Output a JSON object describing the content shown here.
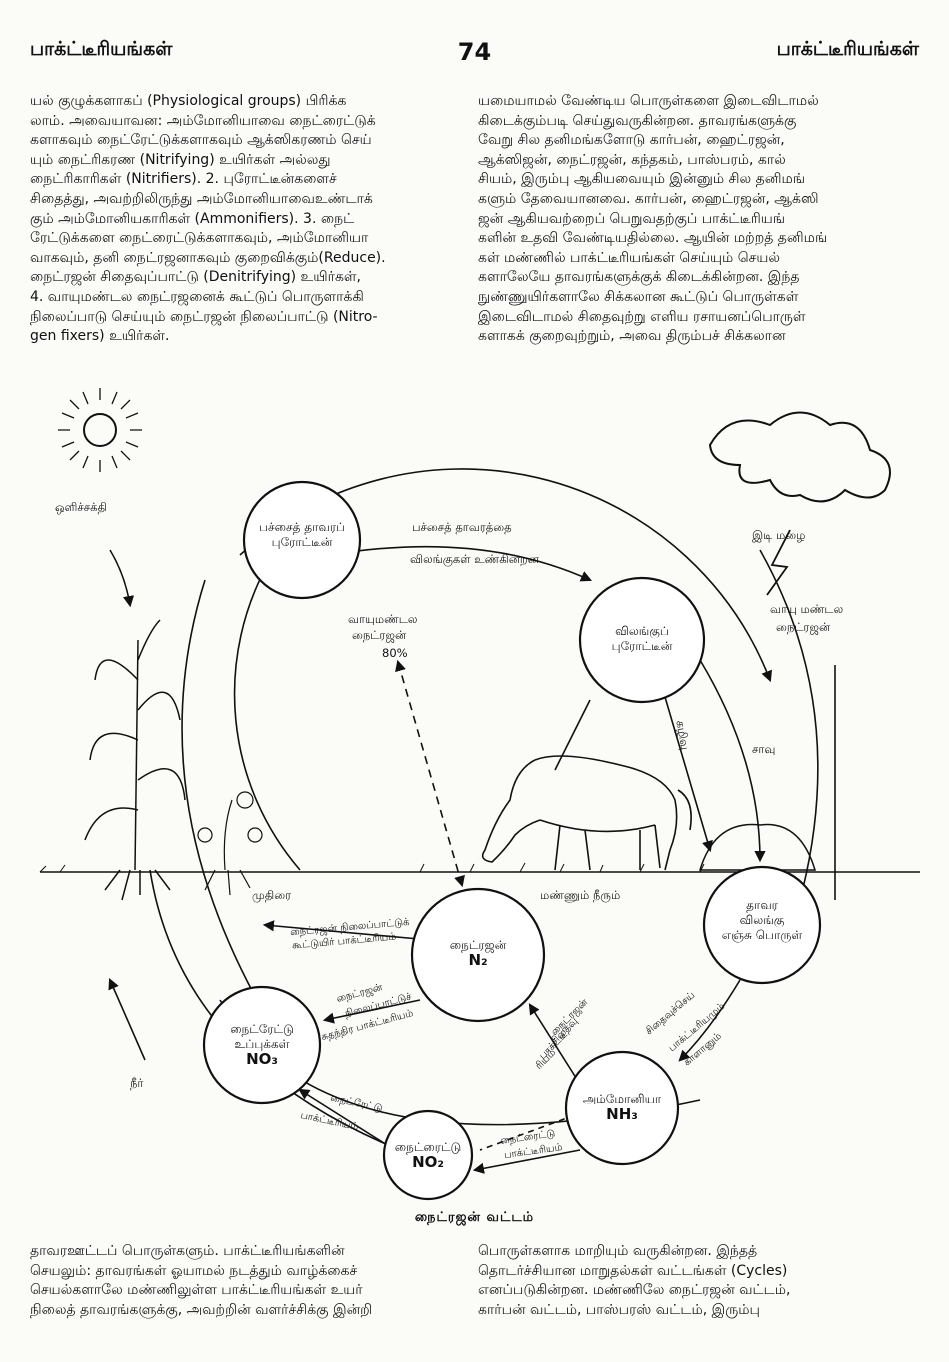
{
  "header": {
    "left_title": "பாக்ட்டீரியங்கள்",
    "page_number": "74",
    "right_title": "பாக்ட்டீரியங்கள்"
  },
  "top_left_lines": [
    "யல் குழுக்களாகப் (Physiological groups) பிரிக்க",
    "லாம். அவையாவன: அம்மோனியாவை நைட்ரைட்டுக்",
    "களாகவும் நைட்ரேட்டுக்களாகவும் ஆக்ஸிகரணம் செய்",
    "யும் நைட்ரிகரண (Nitrifying) உயிர்கள் அல்லது",
    "நைட்ரிகாரிகள் (Nitrifiers). 2. புரோட்டீன்களைச்",
    "சிதைத்து, அவற்றிலிருந்து அம்மோனியாவைஉண்டாக்",
    "கும் அம்மோனியகாரிகள் (Ammonifiers). 3. நைட்",
    "ரேட்டுக்களை நைட்ரைட்டுக்களாகவும், அம்மோனியா",
    "வாகவும், தனி நைட்ரஜனாகவும் குறைவிக்கும்(Reduce).",
    "நைட்ரஜன் சிதைவுப்பாட்டு (Denitrifying) உயிர்கள்,",
    "4. வாயுமண்டல நைட்ரஜனைக் கூட்டுப் பொருளாக்கி",
    "நிலைப்பாடு செய்யும் நைட்ரஜன் நிலைப்பாட்டு (Nitro-",
    "gen fixers) உயிர்கள்."
  ],
  "top_right_lines": [
    "யமையாமல் வேண்டிய பொருள்களை இடைவிடாமல்",
    "கிடைக்கும்படி செய்துவருகின்றன. தாவரங்களுக்கு",
    "வேறு சில தனிமங்களோடு கார்பன், ஹைட்ரஜன்,",
    "ஆக்ஸிஜன், நைட்ரஜன், கந்தகம், பாஸ்பரம், கால்",
    "சியம், இரும்பு ஆகியவையும் இன்னும் சில தனிமங்",
    "களும் தேவையானவை. கார்பன், ஹைட்ரஜன், ஆக்ஸி",
    "ஜன் ஆகியவற்றைப் பெறுவதற்குப் பாக்ட்டீரியங்",
    "களின் உதவி வேண்டியதில்லை. ஆயின் மற்றத் தனிமங்",
    "கள் மண்ணில் பாக்ட்டீரியங்கள் செய்யும் செயல்",
    "களாலேயே தாவரங்களுக்குக் கிடைக்கின்றன. இந்த",
    "நுண்ணுயிர்களாலே சிக்கலான கூட்டுப் பொருள்கள்",
    "இடைவிடாமல் சிதைவுற்று எளிய ரசாயனப்பொருள்",
    "களாகக் குறைவுற்றும், அவை திரும்பச் சிக்கலான"
  ],
  "bottom_left_lines": [
    "தாவரஊட்டப் பொருள்களும். பாக்ட்டீரியங்களின்",
    "செயலும்: தாவரங்கள் ஓயாமல் நடத்தும் வாழ்க்கைச்",
    "செயல்களாலே மண்ணிலுள்ள பாக்ட்டீரியங்கள் உயர்",
    "நிலைத் தாவரங்களுக்கு, அவற்றின் வளர்ச்சிக்கு இன்றி"
  ],
  "bottom_right_lines": [
    "பொருள்களாக மாறியும் வருகின்றன. இந்தத்",
    "தொடர்ச்சியான மாறுதல்கள் வட்டங்கள் (Cycles)",
    "எனப்படுகின்றன. மண்ணிலே நைட்ரஜன் வட்டம்,",
    "கார்பன் வட்டம், பாஸ்பரஸ் வட்டம், இரும்பு"
  ],
  "figure": {
    "caption": "நைட்ரஜன் வட்டம்",
    "sunlight": "ஒளிச்சக்தி",
    "thunder_rain": "இடி மழை",
    "atm_nitrogen_right_1": "வாயு மண்டல",
    "atm_nitrogen_right_2": "நைட்ரஜன்",
    "atm_nitrogen_center_1": "வாயுமண்டல",
    "atm_nitrogen_center_2": "நைட்ரஜன்",
    "atm_percent": "80%",
    "green_plant_protein_1": "பச்சைத் தாவரப்",
    "green_plant_protein_2": "புரோட்டீன்",
    "animals_eat_1": "பச்சைத் தாவரத்தை",
    "animals_eat_2": "விலங்குகள் உண்கின்றன",
    "animal_protein_1": "விலங்குப்",
    "animal_protein_2": "புரோட்டீன்",
    "excretion": "கழிவு",
    "death": "சாவு",
    "legume": "முதிரை",
    "soil_water": "மண்ணும் நீரும்",
    "water": "நீர்",
    "residue_1": "தாவர",
    "residue_2": "விலங்கு",
    "residue_3": "எஞ்சு பொருள்",
    "nitrogen_1": "நைட்ரஜன்",
    "nitrogen_chem": "N₂",
    "nitrate_1": "நைட்ரேட்டு",
    "nitrate_2": "உப்புக்கள்",
    "nitrate_chem": "NO₃",
    "nitrite_1": "நைட்ரைட்டு",
    "nitrite_chem": "NO₂",
    "ammonia_1": "அம்மோனியா",
    "ammonia_chem": "NH₃",
    "symbiotic_fix_1": "நைட்ரஜன் நிலைப்பாட்டுக்",
    "symbiotic_fix_2": "கூட்டுயிர் பாக்ட்டீரியம்",
    "free_fix_1": "நைட்ரஜன்",
    "free_fix_2": "நிலைப்பாட்டுச்",
    "free_fix_3": "சுதந்திர பாக்ட்டீரியம்",
    "nitrate_bact_1": "நைட்ரேட்டு",
    "nitrate_bact_2": "பாக்ட்டீரியம்",
    "nitrite_bact_1": "நைட்ரைட்டு",
    "nitrite_bact_2": "பாக்ட்டீரியம்",
    "denitrify_1": "நைட்ரஜன்",
    "denitrify_2": "சிதைவு",
    "denitrify_3": "பாக்ட்டீ",
    "denitrify_4": "ரியம்",
    "decay_1": "சிதைவுச்செய்",
    "decay_2": "பாக்ட்டீரியமும்",
    "decay_3": "காளானும்"
  }
}
